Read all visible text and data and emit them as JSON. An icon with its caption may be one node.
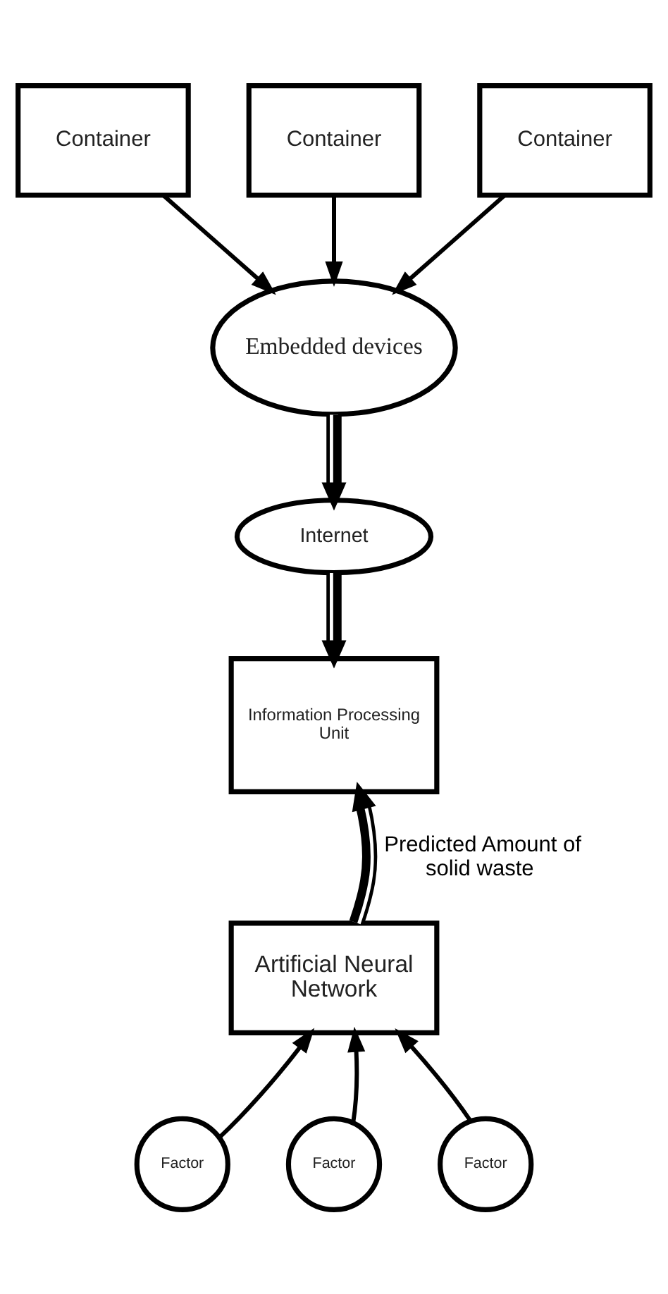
{
  "diagram": {
    "nodes": [
      {
        "text": [
          "Container"
        ]
      },
      {
        "text": [
          "Container"
        ]
      },
      {
        "text": [
          "Container"
        ]
      },
      {
        "text": [
          "Embedded devices"
        ]
      },
      {
        "text": [
          "Internet"
        ]
      },
      {
        "text": [
          "Information Processing Unit"
        ]
      },
      {
        "text": [
          "Artificial Neural Network"
        ]
      },
      {
        "text": [
          "Factor"
        ]
      },
      {
        "text": [
          "Factor"
        ]
      },
      {
        "text": [
          "Factor"
        ]
      }
    ],
    "edges": [
      {
        "from": 0,
        "to": 3,
        "arrow": "to"
      },
      {
        "from": 1,
        "to": 3,
        "arrow": "to"
      },
      {
        "from": 2,
        "to": 3,
        "arrow": "to"
      },
      {
        "from": 3,
        "to": 4,
        "arrow": "to",
        "style": "thick"
      },
      {
        "from": 4,
        "to": 5,
        "arrow": "to",
        "style": "thick"
      },
      {
        "from": 6,
        "to": 5,
        "arrow": "to",
        "style": "thick",
        "label": "Predicted Amount of solid waste"
      },
      {
        "from": 7,
        "to": 6,
        "arrow": "to"
      },
      {
        "from": 8,
        "to": 6,
        "arrow": "to"
      },
      {
        "from": 9,
        "to": 6,
        "arrow": "to"
      }
    ]
  }
}
